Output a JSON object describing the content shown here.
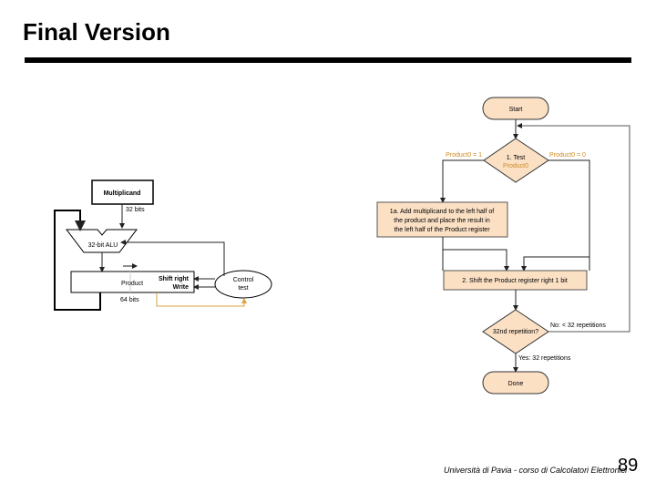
{
  "title": "Final Version",
  "hardware": {
    "multiplicand": "Multiplicand",
    "bits32": "32 bits",
    "alu": "32-bit ALU",
    "product": "Product",
    "shift_right": "Shift right",
    "write": "Write",
    "control1": "Control",
    "control2": "test",
    "bits64": "64 bits"
  },
  "flowchart": {
    "start": "Start",
    "test1": "1. Test",
    "test2": "Product0",
    "p1": "Product0 = 1",
    "p0": "Product0 = 0",
    "step1a": [
      "1a. Add multiplicand to the left half of",
      "the product and place the result in",
      "the left half of the Product register"
    ],
    "step2": "2. Shift the Product register right 1 bit",
    "rep": "32nd repetition?",
    "no": "No: < 32 repetitions",
    "yes": "Yes:  32 repetitions",
    "done": "Done"
  },
  "colors": {
    "box_fill": "#fbe0c4",
    "orange_text": "#d08a20",
    "orange_line": "#d9a040"
  },
  "footer": "Università di Pavia  - corso di Calcolatori Elettronici",
  "page_number": "89"
}
